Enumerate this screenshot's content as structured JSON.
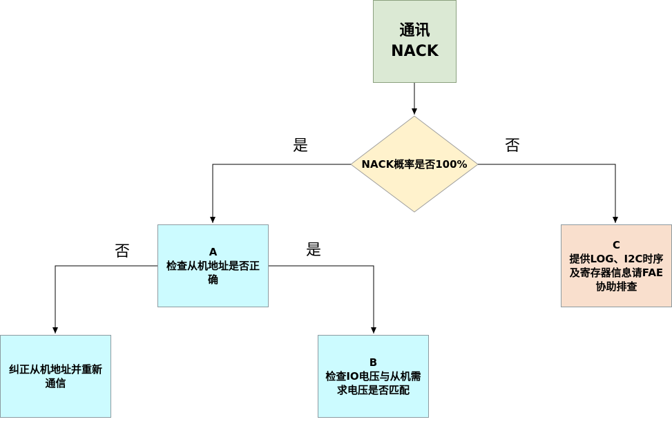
{
  "nodes": {
    "start": {
      "line1": "通讯",
      "line2": "NACK"
    },
    "decision": {
      "label": "NACK概率是否100%"
    },
    "a": {
      "id": "A",
      "line1": "检查从机地址是否正",
      "line2": "确"
    },
    "c": {
      "id": "C",
      "line1": "提供LOG、I2C时序",
      "line2": "及寄存器信息请FAE",
      "line3": "协助排查"
    },
    "fix": {
      "line1": "纠正从机地址并重新",
      "line2": "通信"
    },
    "b": {
      "id": "B",
      "line1": "检查IO电压与从机需",
      "line2": "求电压是否匹配"
    }
  },
  "edges": {
    "decision_yes": "是",
    "decision_no": "否",
    "a_no": "否",
    "a_yes": "是"
  },
  "colors": {
    "start_fill": "#dbe9d4",
    "decision_fill": "#fff2cc",
    "check_fill": "#ccfbff",
    "escalate_fill": "#f9dfcd",
    "line": "#000000"
  }
}
